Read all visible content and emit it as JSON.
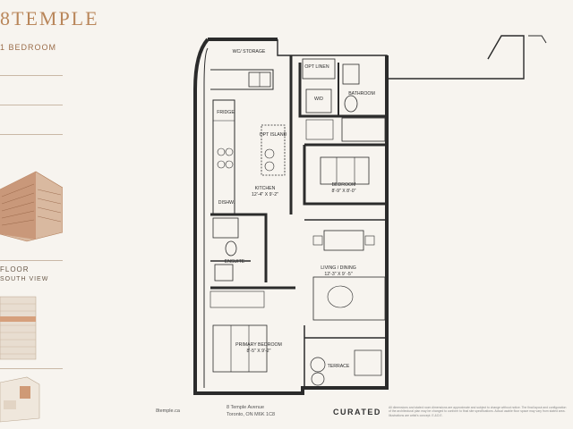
{
  "brand": "8TEMPLE",
  "unit_type": "1 BEDROOM",
  "floor_label": "FLOOR",
  "view_label": "SOUTH VIEW",
  "rooms": {
    "wc_storage": "WC/\nSTORAGE",
    "opt_linen": "OPT\nLINEN",
    "wd": "W/D",
    "bathroom": "BATHROOM",
    "fridge": "FRIDGE",
    "opt_island": "OPT\nISLAND",
    "kitchen": "KITCHEN",
    "kitchen_dims": "12'-4\" X 9'-2\"",
    "dishw": "DISHW.",
    "bedroom": "BEDROOM",
    "bedroom_dims": "8'-9\" X 8'-0\"",
    "ensuite": "ENSUITE",
    "living_dining": "LIVING / DINING",
    "living_dims": "12'-3\" X 9' -5\"",
    "primary_bedroom": "PRIMARY BEDROOM",
    "primary_dims": "8'-5\" X 9'-2\"",
    "terrace": "TERRACE"
  },
  "footer": {
    "website": "8temple.ca",
    "address_line1": "8 Temple Avenue",
    "address_line2": "Toronto, ON M6K 1C8",
    "developer": "CURATED",
    "disclaimer": "All dimensions and stated room dimensions are approximate and subject to change without notice. The final layout and configuration of the architectural plan may be changed to conform to final site specifications. Actual usable floor space may vary from stated area. Illustrations are artist's concept. E.&O.E."
  },
  "colors": {
    "brand": "#b9865a",
    "wall": "#2b2b2b",
    "background": "#f7f4ef"
  }
}
